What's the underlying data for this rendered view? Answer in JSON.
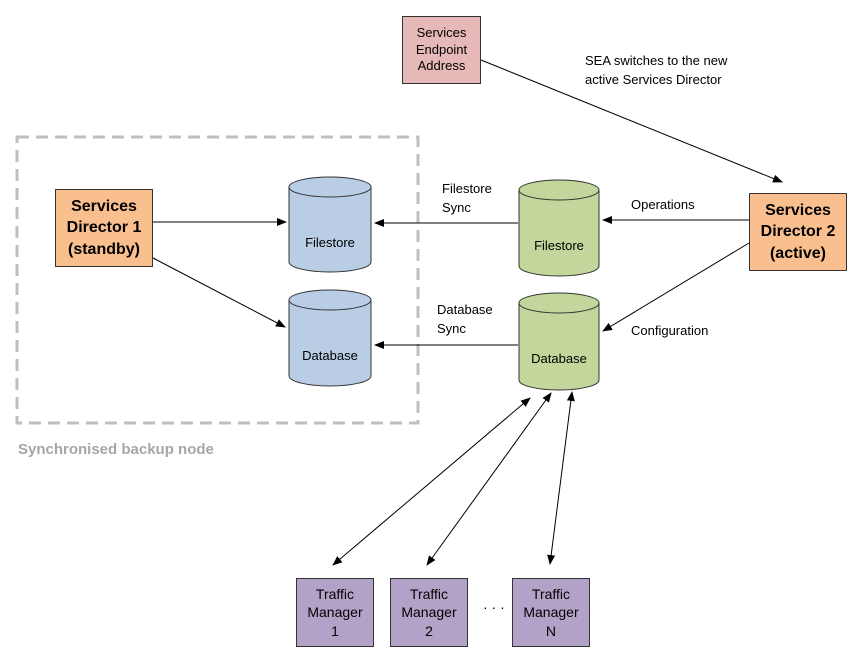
{
  "sea": {
    "label": "Services\nEndpoint\nAddress"
  },
  "sea_note": "SEA switches to the new\nactive Services Director",
  "sd1": {
    "label": "Services\nDirector 1\n(standby)"
  },
  "sd2": {
    "label": "Services\nDirector 2\n(active)"
  },
  "backup_node": {
    "title": "Synchronised backup node"
  },
  "standby_filestore": "Filestore",
  "standby_database": "Database",
  "active_filestore": "Filestore",
  "active_database": "Database",
  "filestore_sync": "Filestore\nSync",
  "database_sync": "Database\nSync",
  "operations": "Operations",
  "configuration": "Configuration",
  "traffic_managers": [
    {
      "label": "Traffic\nManager\n1"
    },
    {
      "label": "Traffic\nManager\n2"
    },
    {
      "label": "Traffic\nManager\nN"
    }
  ],
  "ellipsis": "· · ·",
  "colors": {
    "sd": "#f9bf8f",
    "sea": "#e6b9b8",
    "traffic_manager": "#b3a2c7",
    "standby_cylinder": "#b9cde5",
    "active_cylinder": "#c3d69b",
    "backup_border": "#bfbfbf"
  }
}
